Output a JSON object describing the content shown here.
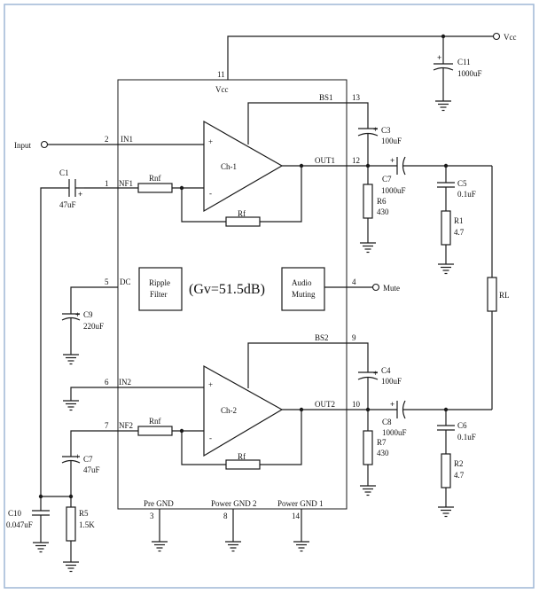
{
  "chip": {
    "center_label": "(Gv=51.5dB)",
    "vcc_label": "Vcc",
    "ripple_filter": [
      "Ripple",
      "Filter"
    ],
    "audio_muting": [
      "Audio",
      "Muting"
    ],
    "ch1": "Ch-1",
    "ch2": "Ch-2",
    "plus": "+",
    "minus": "-"
  },
  "pins": {
    "p11": "11",
    "p13": "13",
    "p2": "2",
    "p12": "12",
    "p1": "1",
    "p5": "5",
    "p4": "4",
    "p9": "9",
    "p6": "6",
    "p10": "10",
    "p7": "7",
    "p3": "3",
    "p8": "8",
    "p14": "14"
  },
  "pin_names": {
    "bs1": "BS1",
    "in1": "IN1",
    "out1": "OUT1",
    "nf1": "NF1",
    "dc": "DC",
    "bs2": "BS2",
    "in2": "IN2",
    "out2": "OUT2",
    "nf2": "NF2",
    "pre_gnd": "Pre GND",
    "power_gnd2": "Power GND 2",
    "power_gnd1": "Power GND 1"
  },
  "io": {
    "vcc": "Vcc",
    "input": "Input",
    "mute": "Mute"
  },
  "components": {
    "c11": {
      "name": "C11",
      "value": "1000uF"
    },
    "c3": {
      "name": "C3",
      "value": "100uF"
    },
    "c7a": {
      "name": "C7",
      "value": "1000uF"
    },
    "c5": {
      "name": "C5",
      "value": "0.1uF"
    },
    "r6": {
      "name": "R6",
      "value": "430"
    },
    "r1": {
      "name": "R1",
      "value": "4.7"
    },
    "c1": {
      "name": "C1",
      "value": "47uF"
    },
    "rnf1": {
      "name": "Rnf"
    },
    "rf1": {
      "name": "Rf"
    },
    "c9": {
      "name": "C9",
      "value": "220uF"
    },
    "rl": {
      "name": "RL"
    },
    "c4": {
      "name": "C4",
      "value": "100uF"
    },
    "c8": {
      "name": "C8",
      "value": "1000uF"
    },
    "c6": {
      "name": "C6",
      "value": "0.1uF"
    },
    "r7": {
      "name": "R7",
      "value": "430"
    },
    "r2": {
      "name": "R2",
      "value": "4.7"
    },
    "rnf2": {
      "name": "Rnf"
    },
    "rf2": {
      "name": "Rf"
    },
    "c7b": {
      "name": "C7",
      "value": "47uF"
    },
    "c10": {
      "name": "C10",
      "value": "0.047uF"
    },
    "r5": {
      "name": "R5",
      "value": "1.5K"
    }
  }
}
